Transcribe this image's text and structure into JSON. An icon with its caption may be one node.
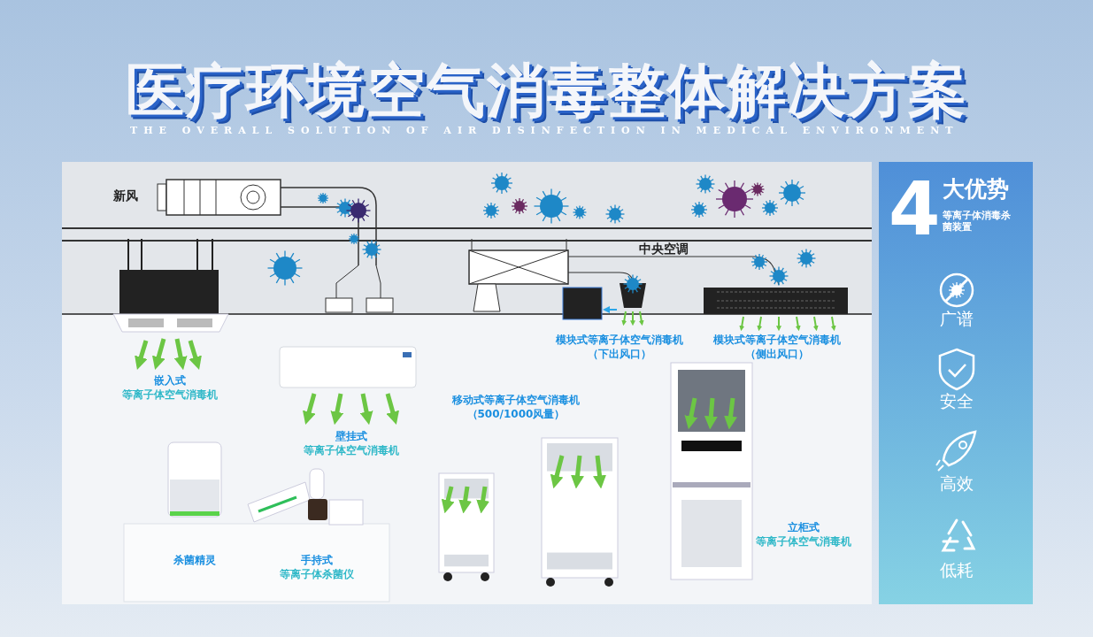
{
  "diagram": {
    "title": "医疗环境空气消毒整体解决方案",
    "labels": [
      "THE OVERALL SOLUTION OF AIR DISINFECTION IN MEDICAL ENVIRONMENT",
      "新风",
      "中央空调",
      "模块式等离子体空气消毒机",
      "（下出风口）",
      "模块式等离子体空气消毒机",
      "（侧出风口）",
      "嵌入式",
      "等离子体空气消毒机",
      "移动式等离子体空气消毒机",
      "（500/1000风量）",
      "壁挂式",
      "等离子体空气消毒机",
      "立柜式",
      "等离子体空气消毒机",
      "杀菌精灵",
      "手持式",
      "等离子体杀菌仪",
      "4",
      "大优势",
      "等离子体消毒杀菌装置",
      "广谱",
      "安全",
      "高效",
      "低耗"
    ]
  }
}
